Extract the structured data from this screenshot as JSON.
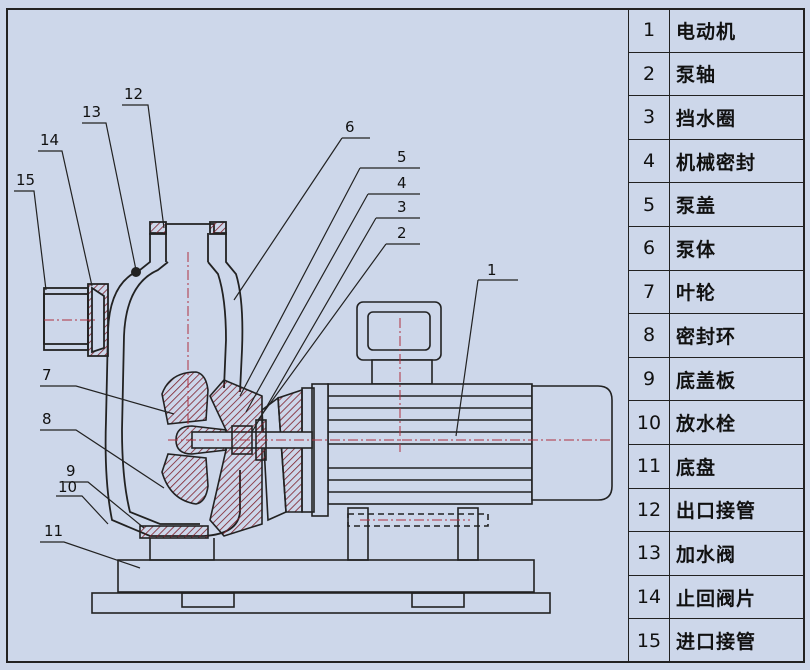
{
  "legend": [
    {
      "num": "1",
      "name": "电动机"
    },
    {
      "num": "2",
      "name": "泵轴"
    },
    {
      "num": "3",
      "name": "挡水圈"
    },
    {
      "num": "4",
      "name": "机械密封"
    },
    {
      "num": "5",
      "name": "泵盖"
    },
    {
      "num": "6",
      "name": "泵体"
    },
    {
      "num": "7",
      "name": "叶轮"
    },
    {
      "num": "8",
      "name": "密封环"
    },
    {
      "num": "9",
      "name": "底盖板"
    },
    {
      "num": "10",
      "name": "放水栓"
    },
    {
      "num": "11",
      "name": "底盘"
    },
    {
      "num": "12",
      "name": "出口接管"
    },
    {
      "num": "13",
      "name": "加水阀"
    },
    {
      "num": "14",
      "name": "止回阀片"
    },
    {
      "num": "15",
      "name": "进口接管"
    }
  ],
  "callouts": {
    "c1": "1",
    "c2": "2",
    "c3": "3",
    "c4": "4",
    "c5": "5",
    "c6": "6",
    "c7": "7",
    "c8": "8",
    "c9": "9",
    "c10": "10",
    "c11": "11",
    "c12": "12",
    "c13": "13",
    "c14": "14",
    "c15": "15"
  },
  "colors": {
    "background": "#cdd7ea",
    "line": "#222222",
    "hatch": "#7e1f2a",
    "centerline": "#b03040"
  }
}
